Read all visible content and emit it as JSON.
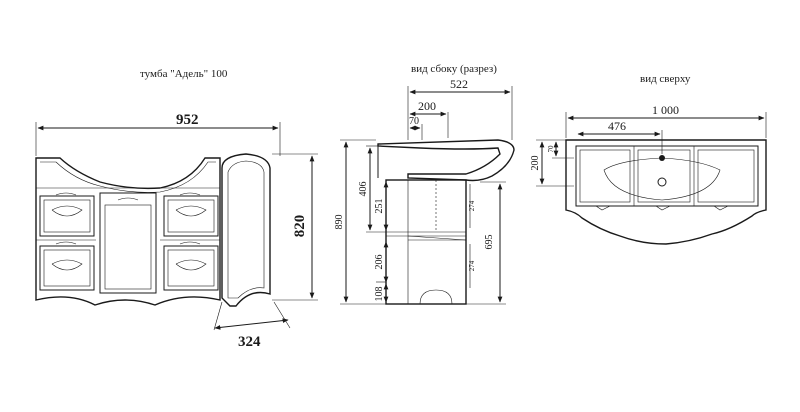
{
  "labels": {
    "front_title": "тумба \"Адель\" 100",
    "side_title": "вид сбоку (разрез)",
    "top_title": "вид сверху"
  },
  "front_dims": {
    "width": "952",
    "height": "820",
    "depth": "324"
  },
  "side_dims": {
    "total_depth": "522",
    "depth_200": "200",
    "depth_70": "70",
    "total_height": "890",
    "h406": "406",
    "h251": "251",
    "h206": "206",
    "h108": "108",
    "h274a": "274",
    "h274b": "274",
    "h695": "695"
  },
  "top_dims": {
    "width": "1 000",
    "w476": "476",
    "d200": "200",
    "d70": "70"
  }
}
